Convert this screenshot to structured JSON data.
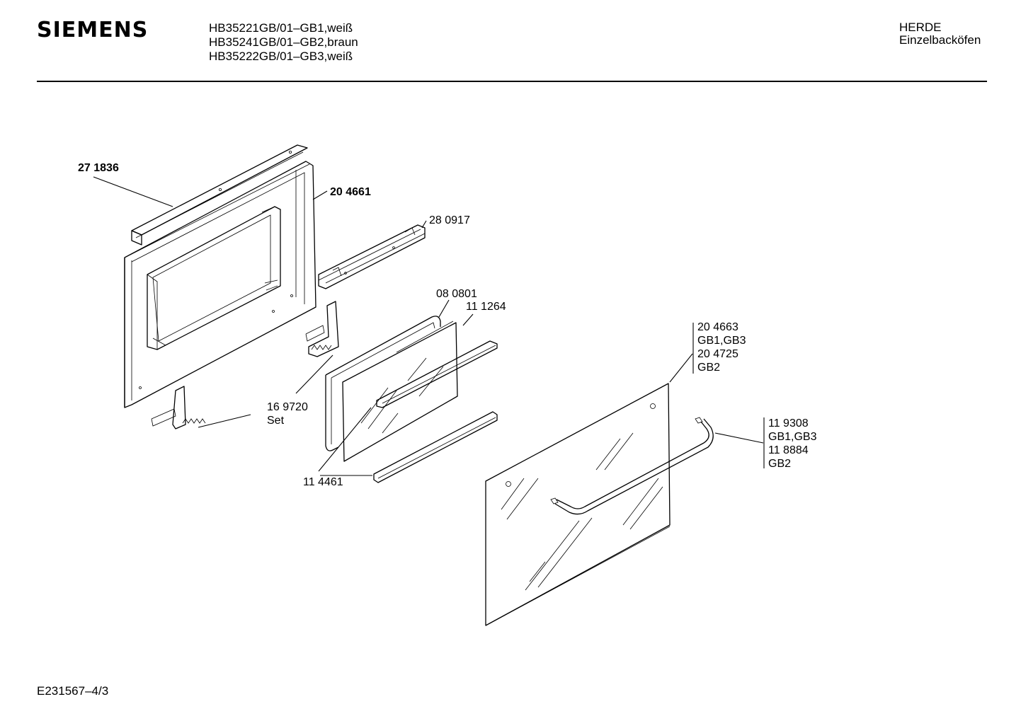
{
  "header": {
    "brand": "SIEMENS",
    "models": [
      "HB35221GB/01–GB1,weiß",
      "HB35241GB/01–GB2,braun",
      "HB35222GB/01–GB3,weiß"
    ],
    "category": "HERDE",
    "subcategory": "Einzelbacköfen"
  },
  "parts": {
    "p271836": "27 1836",
    "p204661": "20 4661",
    "p280917": "28 0917",
    "p080801": "08 0801",
    "p111264": "11 1264",
    "p169720": "16 9720",
    "p169720_note": "Set",
    "p114461": "11 4461",
    "outer_glass": [
      "20 4663",
      "GB1,GB3",
      "20 4725",
      "GB2"
    ],
    "handle": [
      "11 9308",
      "GB1,GB3",
      "11 8884",
      "GB2"
    ]
  },
  "footer": {
    "doc_code": "E231567–4/3"
  }
}
